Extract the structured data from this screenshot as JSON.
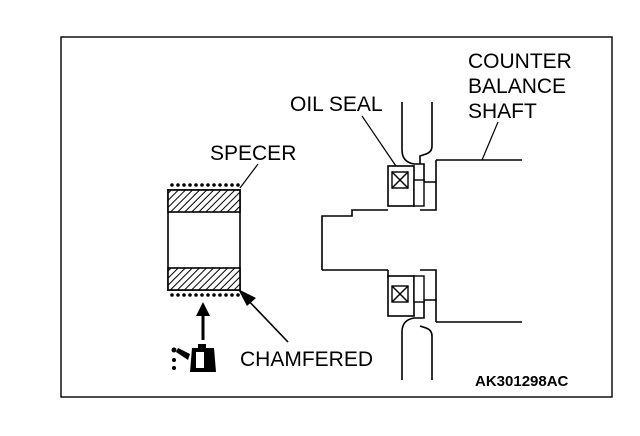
{
  "labels": {
    "oil_seal": "OIL SEAL",
    "counter_balance_shaft": [
      "COUNTER",
      "BALANCE",
      "SHAFT"
    ],
    "spacer": "SPECER",
    "chamfered": "CHAMFERED",
    "figure_code": "AK301298AC"
  },
  "icons": {
    "oil_can": "oil-can-icon",
    "oil_flow_arrow": "oil-flow-arrow"
  }
}
